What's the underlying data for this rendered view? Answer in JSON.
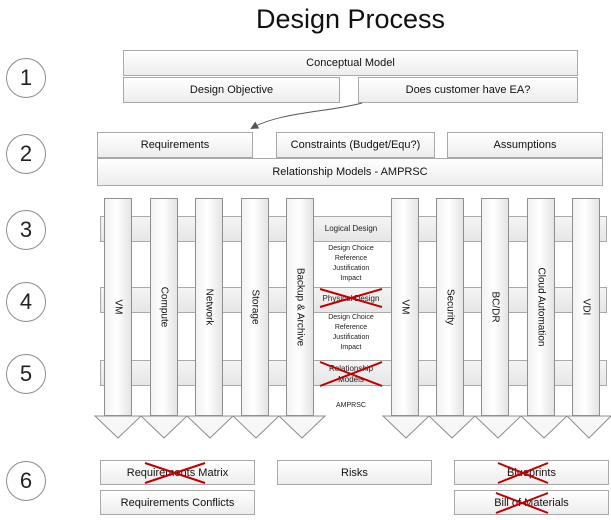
{
  "title": "Design Process",
  "steps": [
    "1",
    "2",
    "3",
    "4",
    "5",
    "6"
  ],
  "row1": {
    "conceptual_model": "Conceptual Model",
    "design_objective": "Design Objective",
    "customer_ea": "Does customer have EA?"
  },
  "row2": {
    "requirements": "Requirements",
    "constraints": "Constraints (Budget/Equ?)",
    "assumptions": "Assumptions",
    "relationship_models": "Relationship Models - AMPRSC"
  },
  "columns": [
    "VM",
    "Compute",
    "Network",
    "Storage",
    "Backup & Archive",
    "VM",
    "Security",
    "BC/DR",
    "Cloud Automation",
    "VDI"
  ],
  "center": {
    "logical_design": "Logical Design",
    "block1": [
      "Design Choice",
      "Reference",
      "Justification",
      "Impact"
    ],
    "physical_design": "Physical Design",
    "block2": [
      "Design Choice",
      "Reference",
      "Justification",
      "Impact"
    ],
    "relationship_models": "Relationship Models",
    "amprsc": "AMPRSC"
  },
  "row6": {
    "requirements_matrix": "Requirements Matrix",
    "risks": "Risks",
    "blueprints": "Blueprints",
    "requirements_conflicts": "Requirements Conflicts",
    "bill_of_materials": "Bill of Materials"
  },
  "crossed_out": [
    "Physical Design",
    "Relationship Models",
    "Requirements Matrix",
    "Blueprints",
    "Bill of Materials"
  ],
  "colors": {
    "cross": "#c00000",
    "border": "#a9a9a9"
  }
}
